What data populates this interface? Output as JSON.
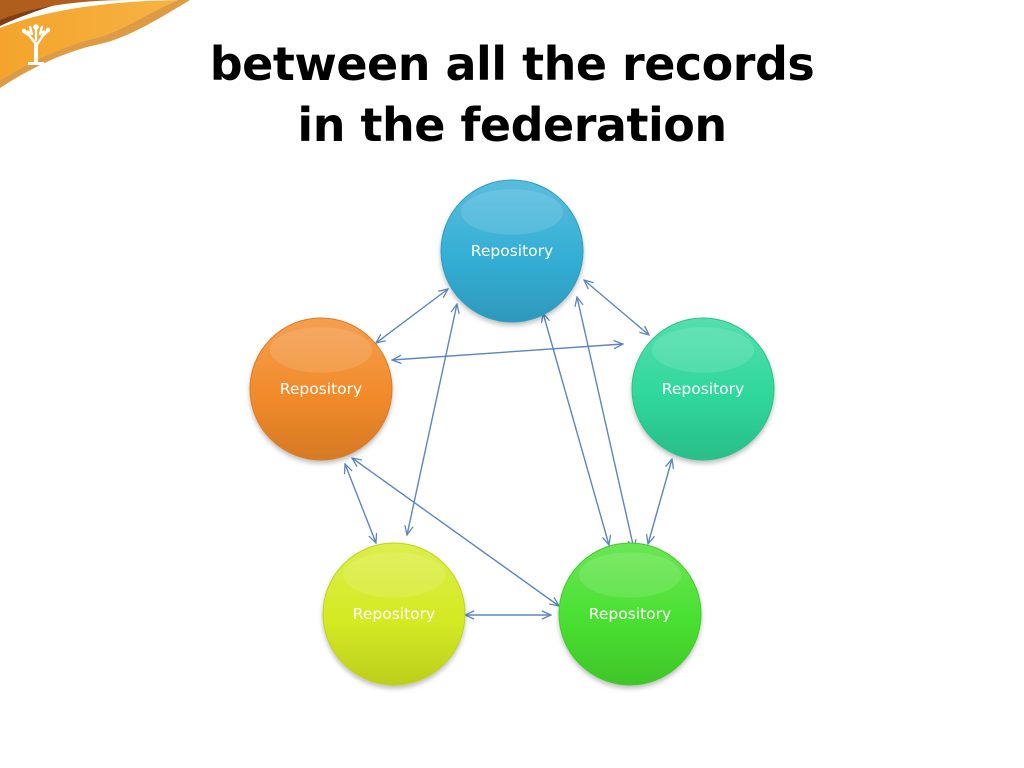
{
  "slide": {
    "title_lines": [
      "between all the records",
      "in the federation"
    ]
  },
  "diagram": {
    "nodes": [
      {
        "id": "top",
        "label": "Repository",
        "color": "#34AED5"
      },
      {
        "id": "left",
        "label": "Repository",
        "color": "#F28A2A"
      },
      {
        "id": "right",
        "label": "Repository",
        "color": "#2FD79B"
      },
      {
        "id": "bottom-left",
        "label": "Repository",
        "color": "#D4EA22"
      },
      {
        "id": "bottom-right",
        "label": "Repository",
        "color": "#49E030"
      }
    ],
    "connections": [
      {
        "from": "top",
        "to": "left"
      },
      {
        "from": "top",
        "to": "right"
      },
      {
        "from": "top",
        "to": "bottom-left"
      },
      {
        "from": "top",
        "to": "bottom-right"
      },
      {
        "from": "left",
        "to": "right"
      },
      {
        "from": "left",
        "to": "bottom-left"
      },
      {
        "from": "left",
        "to": "bottom-right"
      },
      {
        "from": "right",
        "to": "bottom-right"
      },
      {
        "from": "bottom-left",
        "to": "bottom-right"
      }
    ],
    "arrow_color": "#5B86BE"
  },
  "decoration": {
    "logo_icon": "tree-icon",
    "colors": [
      "#F5A42A",
      "#D8861A",
      "#8A4A1C"
    ]
  }
}
